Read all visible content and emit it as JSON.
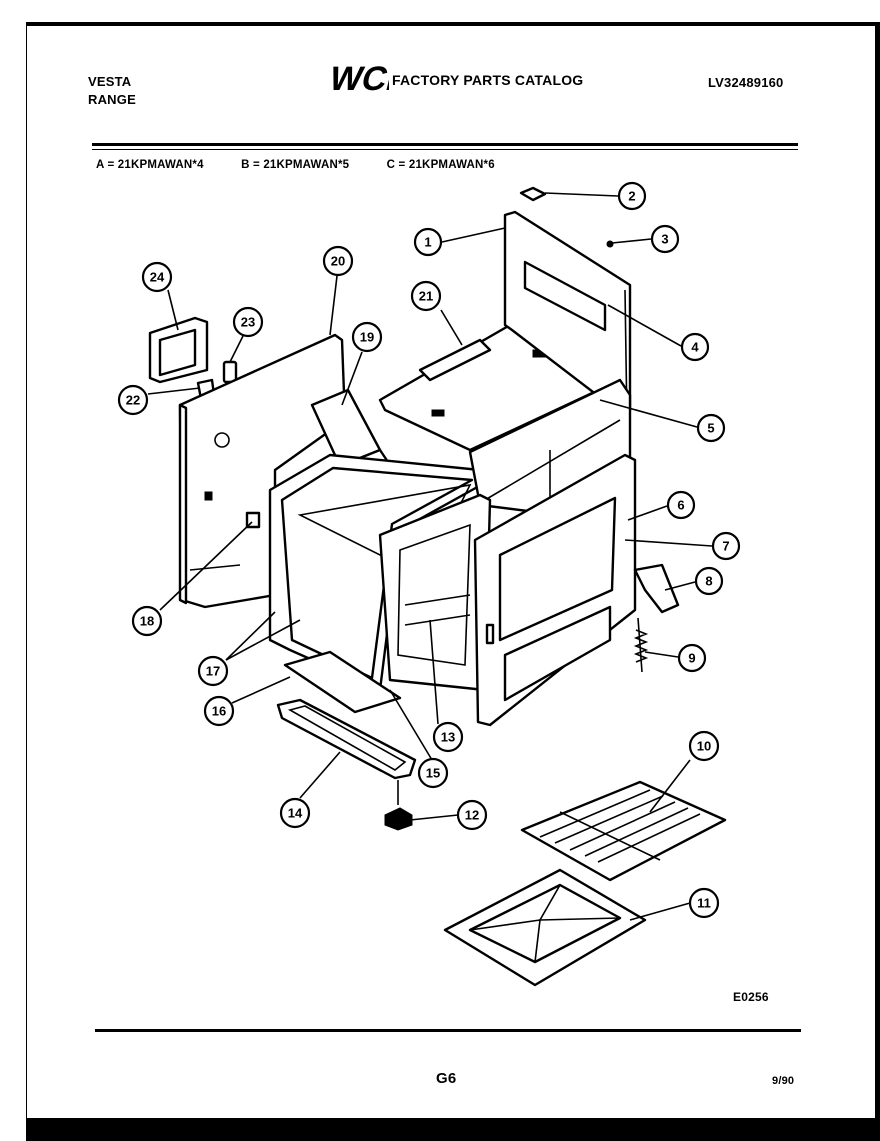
{
  "header": {
    "brand_line1": "VESTA",
    "brand_line2": "RANGE",
    "logo_text": "WCI",
    "catalog_title": "FACTORY PARTS CATALOG",
    "model_number": "LV32489160"
  },
  "variants": [
    "A = 21KPMAWAN*4",
    "B = 21KPMAWAN*5",
    "C = 21KPMAWAN*6"
  ],
  "callouts": [
    "1",
    "2",
    "3",
    "4",
    "5",
    "6",
    "7",
    "8",
    "9",
    "10",
    "11",
    "12",
    "13",
    "14",
    "15",
    "16",
    "17",
    "18",
    "19",
    "20",
    "21",
    "22",
    "23",
    "24"
  ],
  "footer": {
    "drawing_code": "E0256",
    "page_number": "G6",
    "date": "9/90"
  }
}
